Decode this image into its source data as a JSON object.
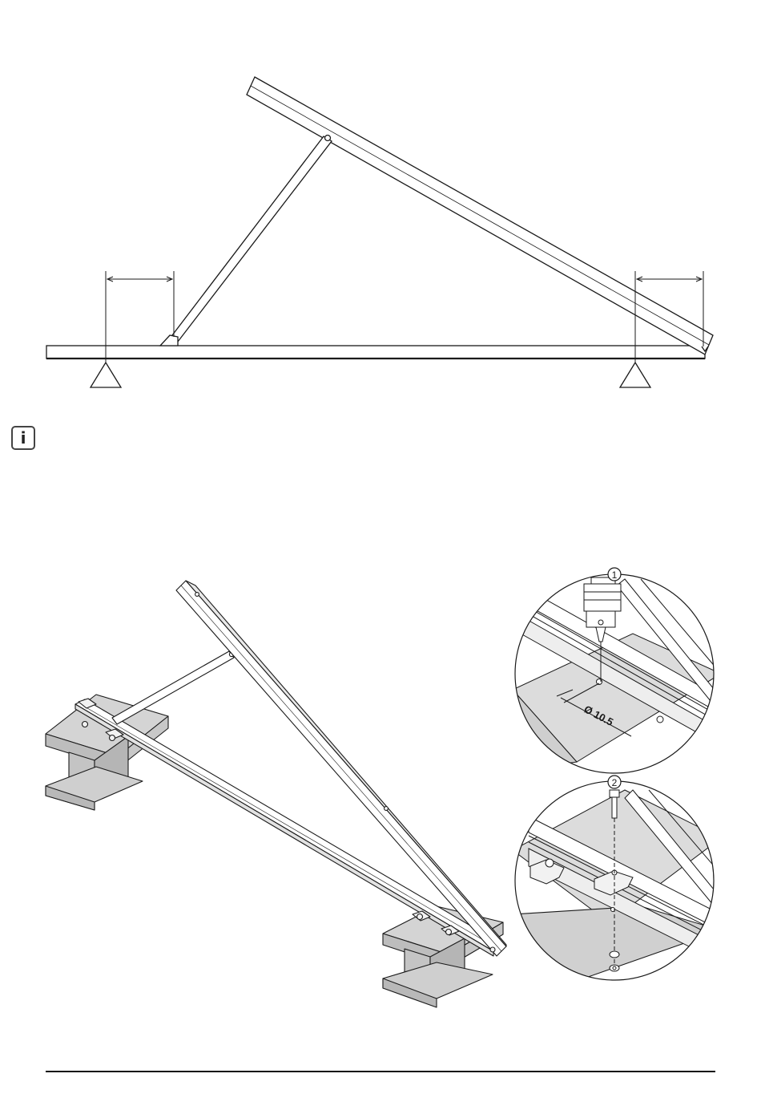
{
  "info_icon_glyph": "i",
  "detail_callouts": [
    {
      "number": "1"
    },
    {
      "number": "2"
    }
  ],
  "drill_hole": {
    "diameter_label": "Ø 10.5"
  },
  "colors": {
    "line": "#1a1a1a",
    "beam_fill": "#d9d9d9",
    "paper": "#ffffff"
  }
}
